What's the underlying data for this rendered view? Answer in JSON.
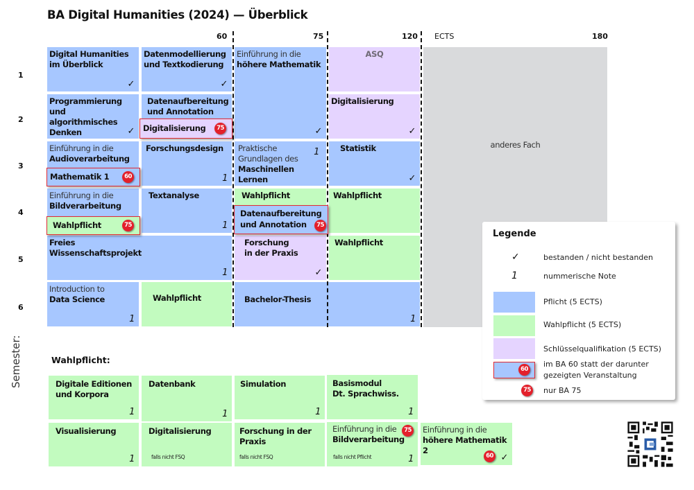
{
  "title": "BA Digital Humanities (2024) — Überblick",
  "ects_ticks": {
    "t60": "60",
    "t75": "75",
    "t120": "120",
    "label": "ECTS",
    "t180": "180"
  },
  "semester_label": "Semester:",
  "semesters": [
    "1",
    "2",
    "3",
    "4",
    "5",
    "6"
  ],
  "grid": {
    "r1c1": {
      "line1": "Digital Humanities",
      "line2": "im Überblick",
      "mark": "✓",
      "type": "Pflicht"
    },
    "r1c2": {
      "line1": "Datenmodellierung",
      "line2": "und Textkodierung",
      "mark": "✓",
      "type": "Pflicht"
    },
    "r1c3": {
      "line1": "Einführung in die",
      "line2": "höhere Mathematik",
      "mark": "✓",
      "type": "Pflicht"
    },
    "r1c4": {
      "line1": "ASQ",
      "type": "Schlüsselqualifikation"
    },
    "r2c1": {
      "line1": "Programmierung und",
      "line2": "algorithmisches",
      "line3": "Denken",
      "mark": "✓",
      "type": "Pflicht"
    },
    "r2c2": {
      "line1": "Datenaufbereitung",
      "line2": "und Annotation",
      "type": "Pflicht"
    },
    "r2c4": {
      "line1": "Digitalisierung",
      "mark": "✓",
      "type": "Schlüsselqualifikation"
    },
    "r3c1": {
      "line1": "Einführung in die",
      "line2": "Audioverarbeitung",
      "type": "Pflicht"
    },
    "r3c2": {
      "line1": "Forschungsdesign",
      "grade": "1",
      "type": "Pflicht"
    },
    "r3c3": {
      "line1": "Praktische",
      "line2": "Grundlagen des",
      "line3": "Maschinellen Lernen",
      "grade": "1",
      "type": "Pflicht"
    },
    "r3c4": {
      "line1": "Statistik",
      "mark": "✓",
      "type": "Pflicht"
    },
    "r4c1": {
      "line1": "Einführung in die",
      "line2": "Bildverarbeitung",
      "type": "Pflicht"
    },
    "r4c2": {
      "line1": "Textanalyse",
      "grade": "1",
      "type": "Pflicht"
    },
    "r4c3": {
      "line1": "Wahlpflicht",
      "type": "Wahlpflicht"
    },
    "r4c4": {
      "line1": "Wahlpflicht",
      "type": "Wahlpflicht"
    },
    "r5c12": {
      "line1": "Freies",
      "line2": "Wissenschaftsprojekt",
      "grade": "1",
      "type": "Pflicht"
    },
    "r5c3": {
      "line1": "Forschung",
      "line2": "in der Praxis",
      "mark": "✓",
      "type": "Schlüsselqualifikation"
    },
    "r5c4": {
      "line1": "Wahlpflicht",
      "type": "Wahlpflicht"
    },
    "r6c1": {
      "line1": "Introduction to",
      "line2": "Data Science",
      "grade": "1",
      "type": "Pflicht"
    },
    "r6c2": {
      "line1": "Wahlpflicht",
      "type": "Wahlpflicht"
    },
    "r6c34": {
      "line1": "Bachelor-Thesis",
      "grade": "1",
      "type": "Pflicht"
    },
    "other": {
      "label": "anderes Fach"
    }
  },
  "overlays": {
    "digitalisierung": {
      "label": "Digitalisierung",
      "badge": "75"
    },
    "mathematik1": {
      "label": "Mathematik 1",
      "badge": "60"
    },
    "wahlpflicht": {
      "label": "Wahlpflicht",
      "badge": "75"
    },
    "datenaufbereitung": {
      "line1": "Datenaufbereitung",
      "line2": "und Annotation",
      "badge": "75"
    }
  },
  "legend": {
    "title": "Legende",
    "check_symbol": "✓",
    "check_text": "bestanden / nicht bestanden",
    "grade_symbol": "1",
    "grade_text": "nummerische Note",
    "pflicht": "Pflicht (5 ECTS)",
    "wahlpflicht": "Wahlpflicht (5 ECTS)",
    "sq": "Schlüsselqualifikation (5 ECTS)",
    "ba60_badge": "60",
    "ba60_line1": "im BA 60 statt der darunter",
    "ba60_line2": "gezeigten Veranstaltung",
    "ba75_badge": "75",
    "ba75_text": "nur BA 75"
  },
  "wahlpflicht_section": {
    "title": "Wahlpflicht:",
    "items": [
      {
        "line1": "Digitale Editionen",
        "line2": "und Korpora",
        "grade": "1"
      },
      {
        "line1": "Datenbank",
        "grade": "1"
      },
      {
        "line1": "Simulation",
        "grade": "1"
      },
      {
        "line1": "Basismodul",
        "line2": "Dt. Sprachwiss.",
        "grade": "1"
      },
      {
        "line1": "Visualisierung",
        "grade": "1"
      },
      {
        "line1": "Digitalisierung",
        "note": "falls nicht FSQ"
      },
      {
        "line1": "Forschung in der",
        "line2": "Praxis",
        "note": "falls nicht FSQ"
      },
      {
        "line1": "Einführung in die",
        "line2": "Bildverarbeitung",
        "note": "falls nicht Pflicht",
        "grade": "1",
        "badge": "75"
      },
      {
        "line1": "Einführung in die",
        "line2": "höhere Mathematik 2",
        "badge": "60",
        "mark": "✓"
      }
    ]
  },
  "colors": {
    "pflicht": "#a7c7ff",
    "wahlpflicht": "#c2fbbf",
    "schluesselqualifikation": "#e5d4ff",
    "anderes_fach": "#d9dadc",
    "badge": "#e3202b"
  },
  "qr_icon": "qr-code-icon"
}
